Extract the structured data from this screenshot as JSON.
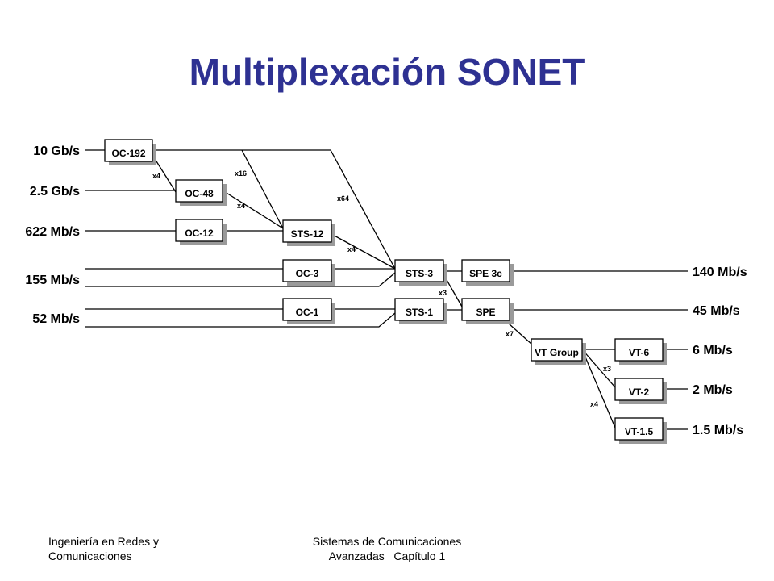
{
  "slide": {
    "title": "Multiplexación SONET",
    "footer_left": [
      "Ingeniería en Redes y",
      "Comunicaciones"
    ],
    "footer_center": [
      "Sistemas de Comunicaciones",
      "Avanzadas   Capítulo 1"
    ]
  },
  "diagram": {
    "left_rates": [
      "10 Gb/s",
      "2.5 Gb/s",
      "622 Mb/s",
      "155 Mb/s",
      "52 Mb/s"
    ],
    "right_rates": [
      "140 Mb/s",
      "45 Mb/s",
      "6 Mb/s",
      "2 Mb/s",
      "1.5 Mb/s"
    ],
    "boxes": [
      "OC-192",
      "OC-48",
      "OC-12",
      "STS-12",
      "OC-3",
      "OC-1",
      "STS-3",
      "STS-1",
      "SPE 3c",
      "SPE",
      "VT Group",
      "VT-6",
      "VT-2",
      "VT-1.5"
    ],
    "multipliers": [
      "x4",
      "x16",
      "x4",
      "x64",
      "x4",
      "x3",
      "x7",
      "x3",
      "x4"
    ],
    "colors": {
      "title": "#2e3192",
      "box_shadow": "#9a9a9a",
      "line": "#000000"
    }
  }
}
